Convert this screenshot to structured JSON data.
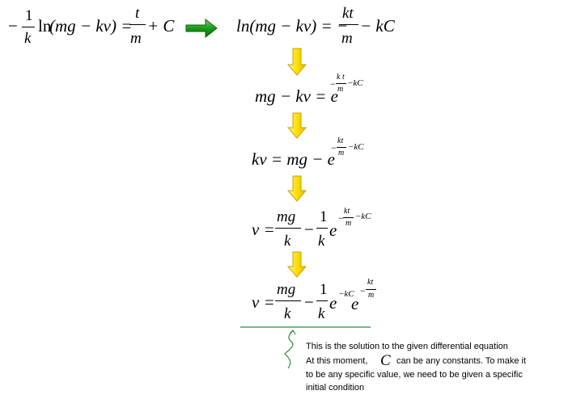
{
  "equations": {
    "start": {
      "neg": "−",
      "num": "1",
      "den": "k",
      "ln": "ln",
      "arg": "(mg − kv) =",
      "rnum": "t",
      "rden": "m",
      "tail": "+ C"
    },
    "step1": {
      "lhs": "ln(mg − kv) = −",
      "num": "kt",
      "den": "m",
      "tail": "− kC"
    },
    "step2": {
      "lhs": "mg − kv = e",
      "exp_neg": "−",
      "exp_num": "k t",
      "exp_den": "m",
      "exp_tail": "−kC"
    },
    "step3": {
      "lhs": "kv = mg − e",
      "exp_neg": "−",
      "exp_num": "kt",
      "exp_den": "m",
      "exp_tail": "−kC"
    },
    "step4": {
      "lhs": "v =",
      "num1": "mg",
      "den1": "k",
      "minus": "−",
      "num2": "1",
      "den2": "k",
      "e": "e",
      "exp_neg": "−",
      "exp_num": "kt",
      "exp_den": "m",
      "exp_tail": "−kC"
    },
    "step5": {
      "lhs": "v =",
      "num1": "mg",
      "den1": "k",
      "minus": "−",
      "num2": "1",
      "den2": "k",
      "e1": "e",
      "exp1": "−kC",
      "e2": "e",
      "exp2_neg": "−",
      "exp2_num": "kt",
      "exp2_den": "m"
    }
  },
  "note": {
    "line1": "This is the solution to the given differential equation",
    "line2_pre": "At this moment,",
    "line2_var": "C",
    "line2_post": "can be any constants. To make it",
    "line3": "to be any specific value, we need to be given a specific",
    "line4": "initial condition"
  },
  "colors": {
    "green_arrow": "#1a9a1a",
    "yellow_arrow": "#ffdf00",
    "underline": "#2e8b3a"
  }
}
